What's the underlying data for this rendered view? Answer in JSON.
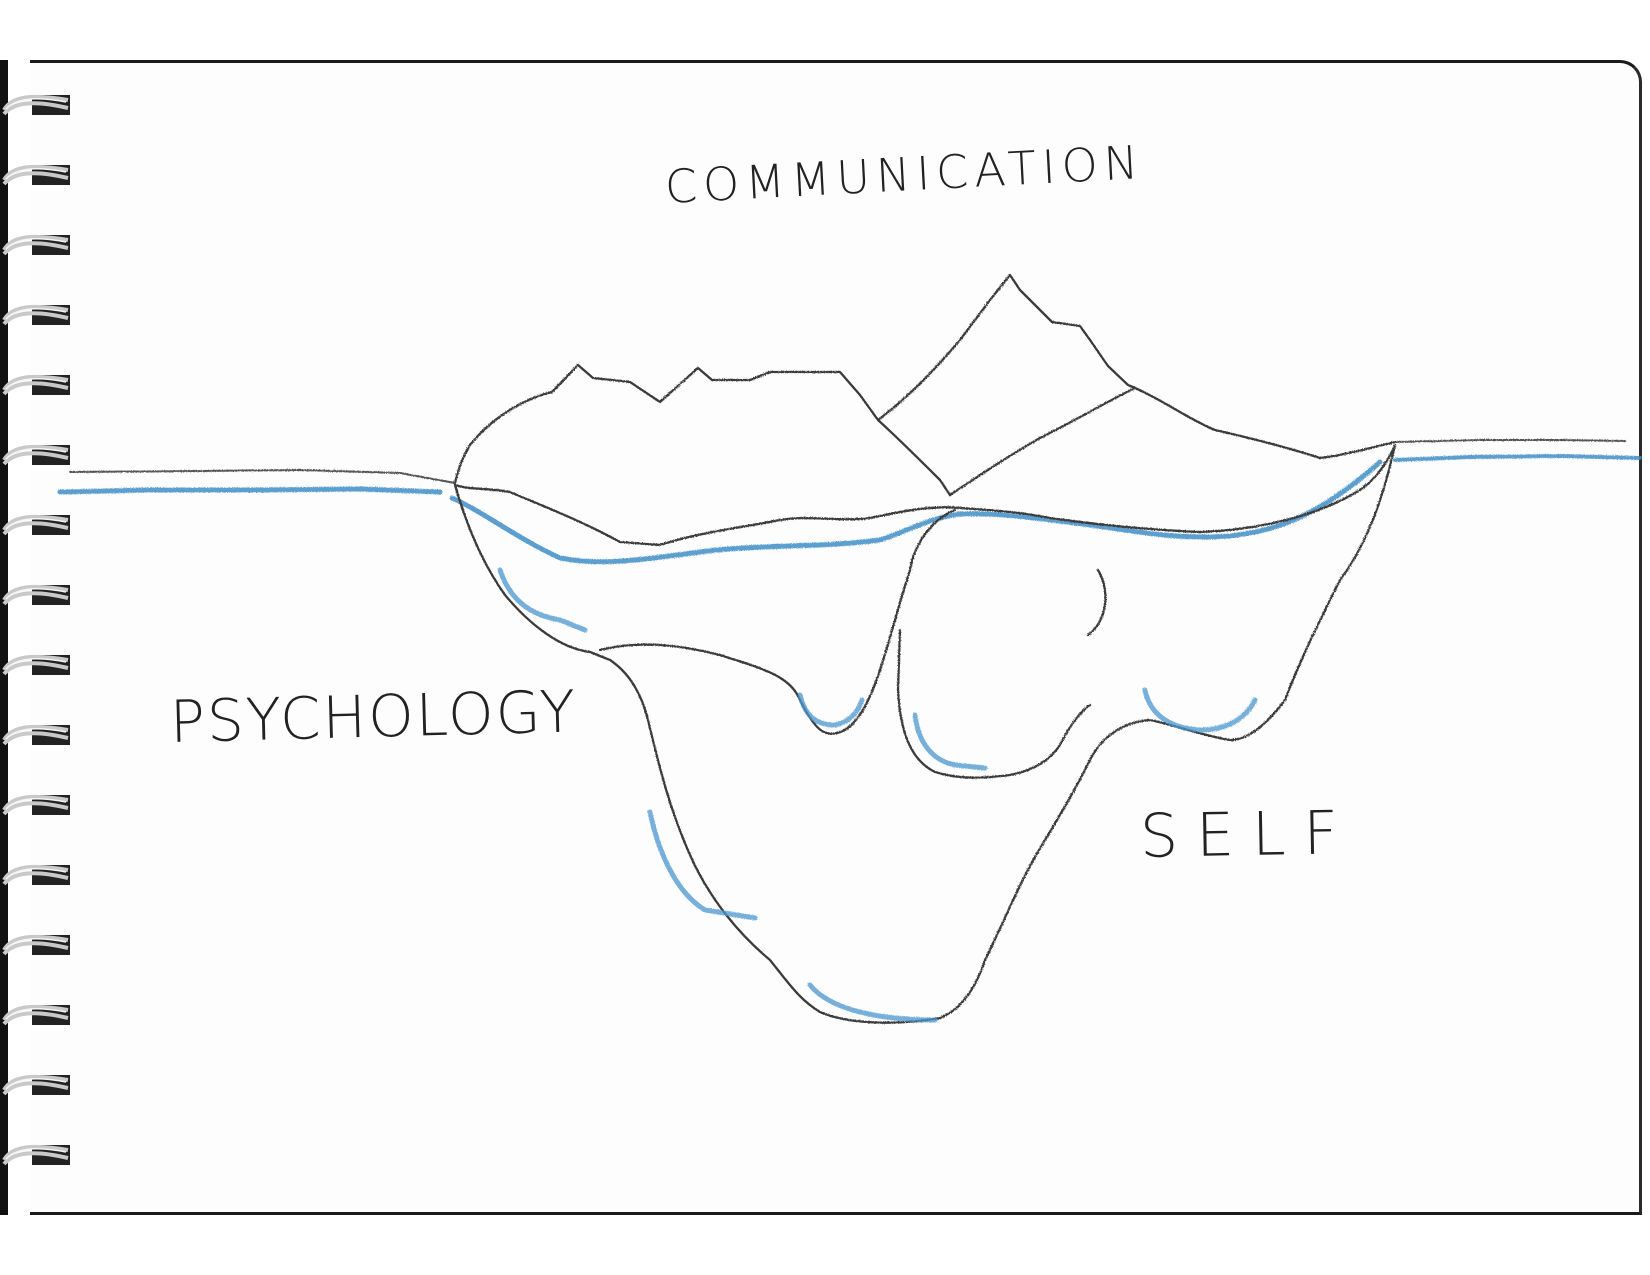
{
  "labels": {
    "top": "COMMUNICATION",
    "left": "PSYCHOLOGY",
    "right": "SELF"
  },
  "colors": {
    "pencil": "#3a3a3a",
    "water": "#3f8fc8",
    "paper": "#fdfdfd",
    "binding": "#111111"
  },
  "icons": {
    "binding": "spiral-binding-icon"
  }
}
